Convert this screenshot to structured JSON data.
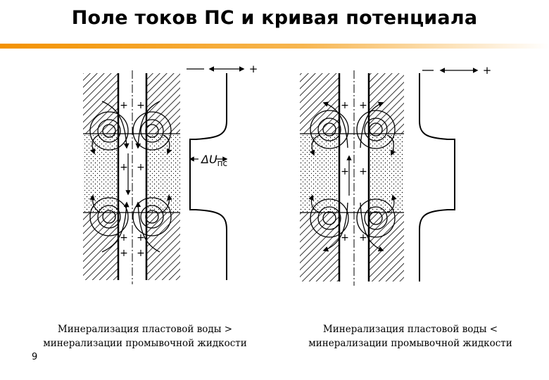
{
  "header": {
    "title": "Поле токов ПС и кривая потенциала",
    "accent_color": "#f39200"
  },
  "figure": {
    "left_panel": {
      "curve_label_symbol": "ΔU",
      "curve_label_subscript": "пс",
      "caption_line1": "Минерализация пластовой воды >",
      "caption_line2": "минерализации промывочной жидкости"
    },
    "right_panel": {
      "caption_line1": "Минерализация пластовой воды <",
      "caption_line2": "минерализации промывочной жидкости"
    },
    "scale_minus": "−",
    "scale_plus": "+"
  },
  "footer": {
    "page_number": "9"
  }
}
